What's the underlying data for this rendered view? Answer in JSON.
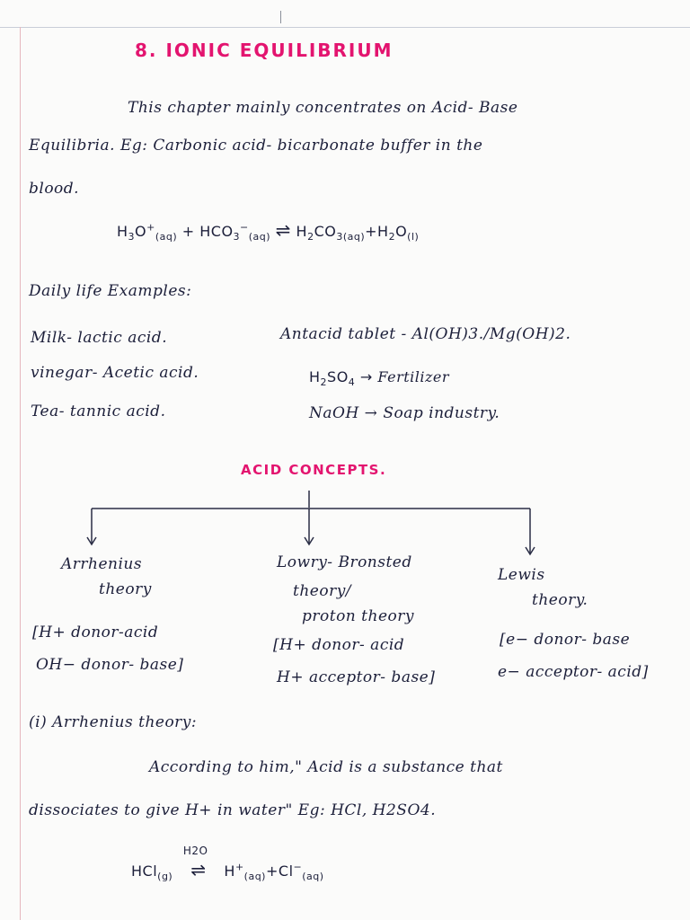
{
  "title": "8. IONIC EQUILIBRIUM",
  "intro": {
    "line1": "This chapter mainly concentrates on Acid- Base",
    "line2": "Equilibria. Eg: Carbonic acid- bicarbonate buffer in the",
    "line3": "blood."
  },
  "equation1": {
    "h3o": "H",
    "h3o_sub": "3",
    "h3o_o": "O",
    "h3o_sup": "+",
    "h3o_state": "(aq)",
    "plus": "+",
    "hco3": "HCO",
    "hco3_sub": "3",
    "hco3_sup": "−",
    "hco3_state": "(aq)",
    "arrow": "⇌",
    "h2co3": "H",
    "h2co3_sub": "2",
    "h2co3_rest": "CO",
    "h2co3_sub2": "3",
    "h2co3_state": "(aq)",
    "plus2": "+",
    "h2o": "H",
    "h2o_sub": "2",
    "h2o_o": "O",
    "h2o_state": "(l)"
  },
  "daily_life": {
    "heading": "Daily life Examples:",
    "left": [
      "Milk- lactic acid.",
      "vinegar- Acetic acid.",
      "Tea- tannic acid."
    ],
    "right1": "Antacid tablet - Al(OH)3./Mg(OH)2.",
    "right2_a": "H",
    "right2_sub": "2",
    "right2_b": "SO",
    "right2_sub2": "4",
    "right2_arrow": "→",
    "right2_c": "Fertilizer",
    "right3": "NaOH → Soap industry."
  },
  "acid_concepts": {
    "heading": "ACID CONCEPTS.",
    "arrhenius": {
      "name1": "Arrhenius",
      "name2": "theory",
      "def1": "[H+ donor-acid",
      "def2": "OH− donor- base]"
    },
    "lowry": {
      "name1": "Lowry- Bronsted",
      "name2": "theory/",
      "name3": "proton theory",
      "def1": "[H+ donor- acid",
      "def2": "H+ acceptor- base]"
    },
    "lewis": {
      "name1": "Lewis",
      "name2": "theory.",
      "def1": "[e− donor- base",
      "def2": "e− acceptor- acid]"
    }
  },
  "arrhenius_section": {
    "heading": "(i) Arrhenius theory:",
    "line1": "According to him,\" Acid is a substance that",
    "line2": "dissociates to give H+ in water\" Eg: HCl, H2SO4."
  },
  "equation2": {
    "hcl": "HCl",
    "hcl_state": "(g)",
    "over_arrow": "H2O",
    "arrow": "⇌",
    "h": "H",
    "h_sup": "+",
    "h_state": "(aq)",
    "plus": "+",
    "cl": "Cl",
    "cl_sup": "−",
    "cl_state": "(aq)"
  }
}
